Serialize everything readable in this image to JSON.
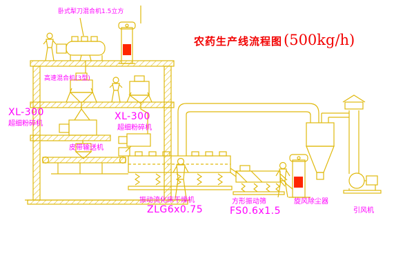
{
  "palette": {
    "background": "#ffffff",
    "line": "#e0b90c",
    "label": "#ff00ff",
    "title": "#f20000",
    "nameplate": "#ff2600"
  },
  "title": {
    "main": "农药生产线流程图",
    "capacity": "(500kg/h)"
  },
  "labels": {
    "top_mixer": "卧式犁刀混合机1.5立方",
    "high_speed_mixer": "高速混合机(3型)",
    "mill_left_model": "XL-300",
    "mill_left_name": "超细粉碎机",
    "mill_center_model": "XL-300",
    "mill_center_name": "超细粉碎机",
    "belt_conveyor": "皮带输送机",
    "dryer_name": "振动流化床干燥机",
    "dryer_model": "ZLG6x0.75",
    "sieve_name": "方形振动筛",
    "sieve_model": "FS0.6x1.5",
    "cyclone": "旋风除尘器",
    "fan": "引风机"
  }
}
